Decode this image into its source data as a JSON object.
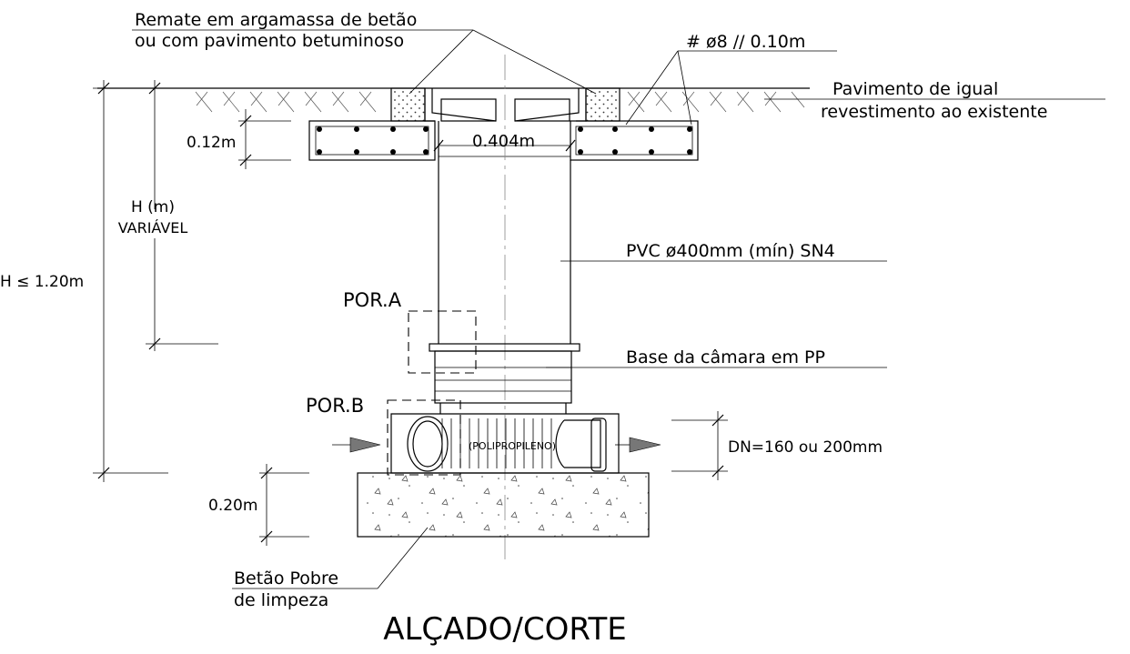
{
  "labels": {
    "finish_line1": "Remate em argamassa de betão",
    "finish_line2": "ou com pavimento betuminoso",
    "rebar": "# ø8 // 0.10m",
    "pavement_line1": "Pavimento de igual",
    "pavement_line2": "revestimento ao existente",
    "slab_thickness": "0.12m",
    "inner_diameter": "0.404m",
    "variable_height_line1": "H (m)",
    "variable_height_line2": "VARIÁVEL",
    "max_height": "H ≤ 1.20m",
    "pvc_pipe": "PVC ø400mm (mín) SN4",
    "detail_a": "POR.A",
    "base_chamber": "Base da câmara em PP",
    "detail_b": "POR.B",
    "base_material": "(POLIPROPILENO)",
    "pipe_dn": "DN=160 ou 200mm",
    "blinding_thickness": "0.20m",
    "blinding_line1": "Betão Pobre",
    "blinding_line2": "de limpeza",
    "title": "ALÇADO/CORTE"
  }
}
